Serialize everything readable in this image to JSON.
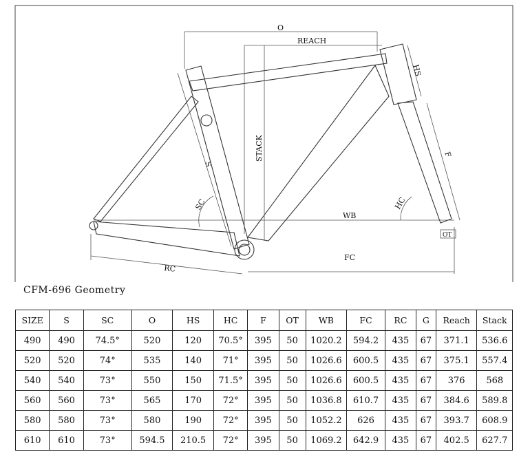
{
  "diagram": {
    "labels": {
      "o": "O",
      "reach": "REACH",
      "hs": "HS",
      "stack": "STACK",
      "s": "S",
      "f": "F",
      "sc": "SC",
      "hc": "HC",
      "wb": "WB",
      "ot": "OT",
      "fc": "FC",
      "rc": "RC"
    }
  },
  "caption": "CFM-696  Geometry",
  "table": {
    "headers": [
      "SIZE",
      "S",
      "SC",
      "O",
      "HS",
      "HC",
      "F",
      "OT",
      "WB",
      "FC",
      "RC",
      "G",
      "Reach",
      "Stack"
    ],
    "rows": [
      [
        "490",
        "490",
        "74.5°",
        "520",
        "120",
        "70.5°",
        "395",
        "50",
        "1020.2",
        "594.2",
        "435",
        "67",
        "371.1",
        "536.6"
      ],
      [
        "520",
        "520",
        "74°",
        "535",
        "140",
        "71°",
        "395",
        "50",
        "1026.6",
        "600.5",
        "435",
        "67",
        "375.1",
        "557.4"
      ],
      [
        "540",
        "540",
        "73°",
        "550",
        "150",
        "71.5°",
        "395",
        "50",
        "1026.6",
        "600.5",
        "435",
        "67",
        "376",
        "568"
      ],
      [
        "560",
        "560",
        "73°",
        "565",
        "170",
        "72°",
        "395",
        "50",
        "1036.8",
        "610.7",
        "435",
        "67",
        "384.6",
        "589.8"
      ],
      [
        "580",
        "580",
        "73°",
        "580",
        "190",
        "72°",
        "395",
        "50",
        "1052.2",
        "626",
        "435",
        "67",
        "393.7",
        "608.9"
      ],
      [
        "610",
        "610",
        "73°",
        "594.5",
        "210.5",
        "72°",
        "395",
        "50",
        "1069.2",
        "642.9",
        "435",
        "67",
        "402.5",
        "627.7"
      ]
    ]
  }
}
